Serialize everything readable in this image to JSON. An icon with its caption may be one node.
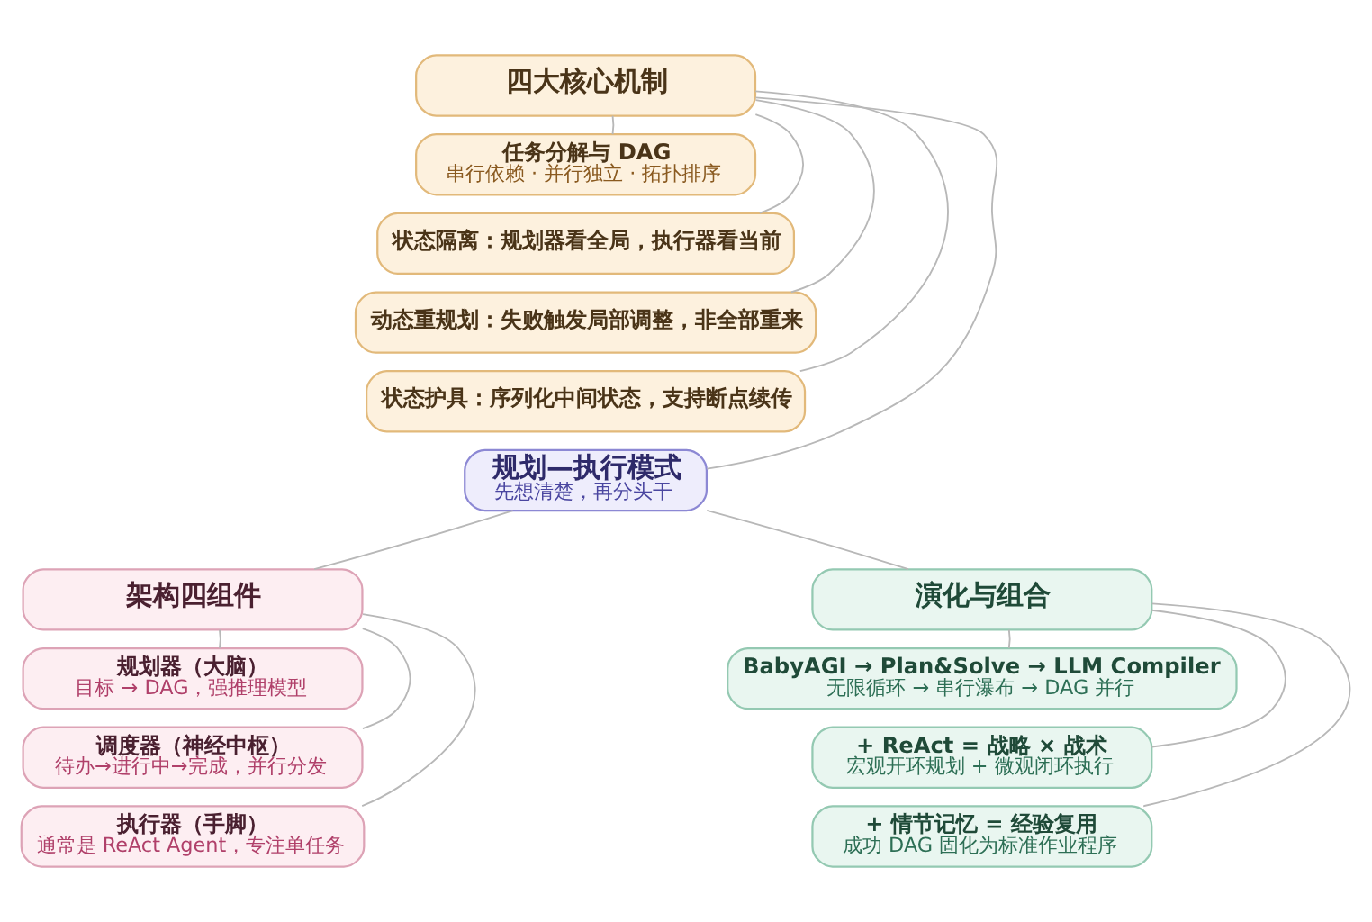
{
  "diagram": {
    "nodes": [
      {
        "text": [
          "四大核心机制"
        ]
      },
      {
        "text": [
          "任务分解与 DAG",
          "串行依赖 · 并行独立 · 拓扑排序"
        ]
      },
      {
        "text": [
          "状态隔离：规划器看全局，执行器看当前"
        ]
      },
      {
        "text": [
          "动态重规划：失败触发局部调整，非全部重来"
        ]
      },
      {
        "text": [
          "状态护具：序列化中间状态，支持断点续传"
        ]
      },
      {
        "text": [
          "规划—执行模式",
          "先想清楚，再分头干"
        ]
      },
      {
        "text": [
          "架构四组件"
        ]
      },
      {
        "text": [
          "规划器（大脑）",
          "目标 → DAG，强推理模型"
        ]
      },
      {
        "text": [
          "调度器（神经中枢）",
          "待办→进行中→完成，并行分发"
        ]
      },
      {
        "text": [
          "执行器（手脚）",
          "通常是 ReAct Agent，专注单任务"
        ]
      },
      {
        "text": [
          "演化与组合"
        ]
      },
      {
        "text": [
          "BabyAGI → Plan&Solve → LLM Compiler",
          "无限循环 → 串行瀑布 → DAG 并行"
        ]
      },
      {
        "text": [
          "+ ReAct = 战略 × 战术",
          "宏观开环规划 + 微观闭环执行"
        ]
      },
      {
        "text": [
          "+ 情节记忆 = 经验复用",
          "成功 DAG 固化为标准作业程序"
        ]
      }
    ],
    "edges": [
      {
        "from": 5,
        "to": 0,
        "arrow": "none"
      },
      {
        "from": 5,
        "to": 6,
        "arrow": "none"
      },
      {
        "from": 5,
        "to": 10,
        "arrow": "none"
      },
      {
        "from": 0,
        "to": 1,
        "arrow": "none"
      },
      {
        "from": 0,
        "to": 2,
        "arrow": "none"
      },
      {
        "from": 0,
        "to": 3,
        "arrow": "none"
      },
      {
        "from": 0,
        "to": 4,
        "arrow": "none"
      },
      {
        "from": 6,
        "to": 7,
        "arrow": "none"
      },
      {
        "from": 6,
        "to": 8,
        "arrow": "none"
      },
      {
        "from": 6,
        "to": 9,
        "arrow": "none"
      },
      {
        "from": 10,
        "to": 11,
        "arrow": "none"
      },
      {
        "from": 10,
        "to": 12,
        "arrow": "none"
      },
      {
        "from": 10,
        "to": 13,
        "arrow": "none"
      }
    ]
  }
}
